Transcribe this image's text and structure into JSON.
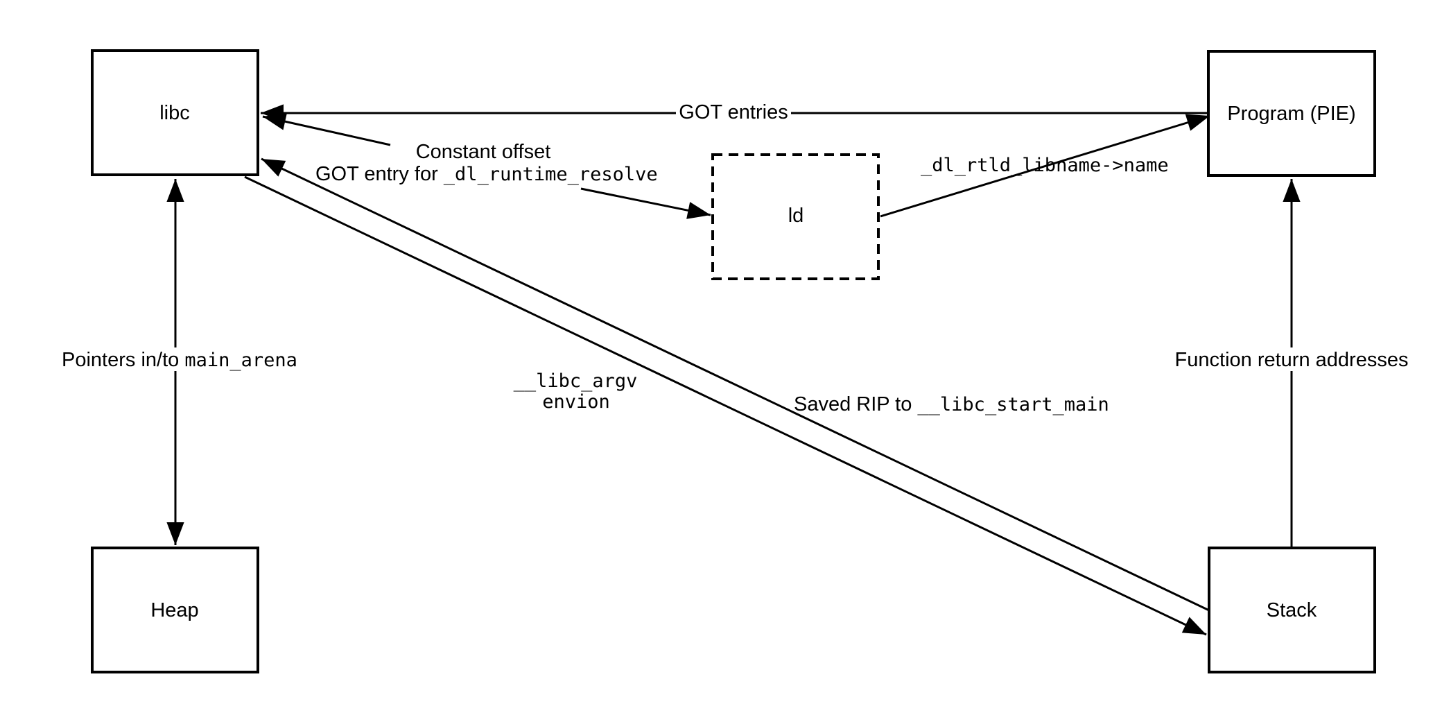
{
  "nodes": {
    "libc": {
      "label": "libc"
    },
    "program": {
      "label": "Program (PIE)"
    },
    "ld": {
      "label": "ld"
    },
    "heap": {
      "label": "Heap"
    },
    "stack": {
      "label": "Stack"
    }
  },
  "edges": {
    "got_entries": {
      "label": "GOT entries",
      "from": "program",
      "to": "libc"
    },
    "constant_offset": {
      "label": "Constant offset",
      "to": "libc"
    },
    "got_entry_resolve": {
      "label_prefix": "GOT entry for ",
      "label_symbol": "_dl_runtime_resolve",
      "to": "ld"
    },
    "rtld_libname": {
      "label_symbol": "_dl_rtld_libname->name",
      "from": "ld",
      "to": "program"
    },
    "main_arena": {
      "label_prefix": "Pointers in/to ",
      "label_symbol": "main_arena",
      "from": "libc",
      "to": "heap",
      "bidirectional": true
    },
    "libc_argv": {
      "label_line1": "__libc_argv",
      "label_line2": "envion",
      "from": "stack",
      "to": "libc"
    },
    "saved_rip": {
      "label_prefix": "Saved RIP to ",
      "label_symbol": "__libc_start_main",
      "from": "libc",
      "to": "stack"
    },
    "function_return": {
      "label": "Function return addresses",
      "from": "stack",
      "to": "program"
    }
  },
  "colors": {
    "stroke": "#000000",
    "background": "#ffffff"
  }
}
